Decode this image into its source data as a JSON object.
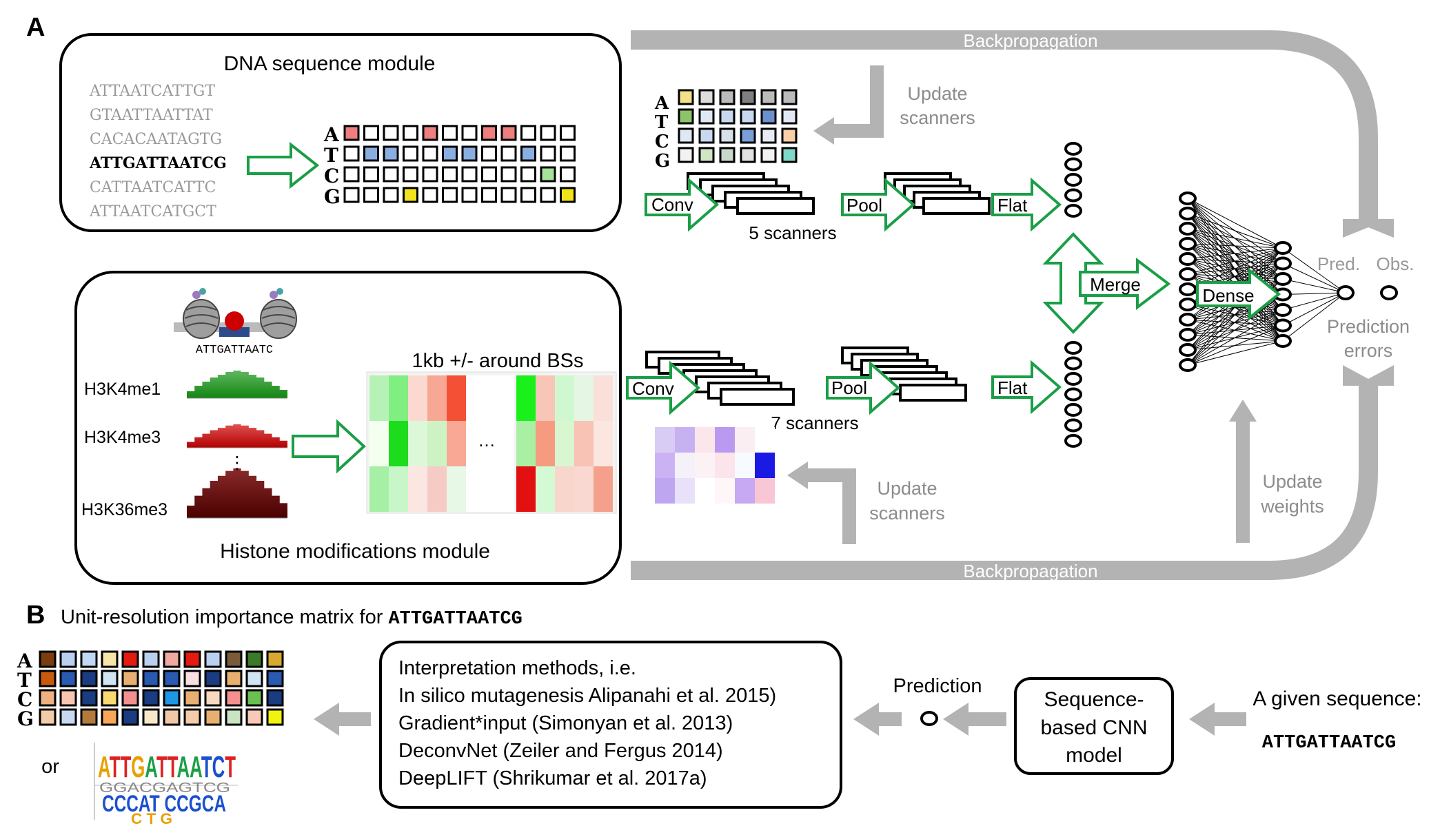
{
  "panel_a": {
    "letter": "A",
    "dna_module": {
      "title": "DNA sequence module",
      "sequences": [
        {
          "text": "ATTAATCATTGT",
          "bold": false
        },
        {
          "text": "GTAATTAATTAT",
          "bold": false
        },
        {
          "text": "CACACAATAGTG",
          "bold": false
        },
        {
          "text": "ATTGATTAATCG",
          "bold": true
        },
        {
          "text": "CATTAATCATTC",
          "bold": false
        },
        {
          "text": "ATTAATCATGCT",
          "bold": false
        }
      ],
      "bases": [
        "A",
        "T",
        "C",
        "G"
      ],
      "onehot_sequence": "ATTGATTAATCG"
    },
    "histone_module": {
      "title": "Histone modifications module",
      "marks": [
        "H3K4me1",
        "H3K4me3",
        "⋮",
        "H3K36me3"
      ],
      "dna_label": "ATTGATTAATC",
      "heatmap_title": "1kb +/- around BSs",
      "ellipsis": "…"
    },
    "backprop_top": "Backpropagation",
    "backprop_bottom": "Backpropagation",
    "update_scanners_top": [
      "Update",
      "scanners"
    ],
    "update_scanners_bottom": [
      "Update",
      "scanners"
    ],
    "update_weights": [
      "Update",
      "weights"
    ],
    "conv_top": "Conv",
    "pool_top": "Pool",
    "flat_top": "Flat",
    "scanners_top": "5 scanners",
    "conv_bottom": "Conv",
    "pool_bottom": "Pool",
    "flat_bottom": "Flat",
    "scanners_bottom": "7 scanners",
    "merge": "Merge",
    "dense": "Dense",
    "pred": "Pred.",
    "obs": "Obs.",
    "prediction_errors": [
      "Prediction",
      "errors"
    ],
    "kernel_bases": [
      "A",
      "T",
      "C",
      "G"
    ]
  },
  "panel_b": {
    "letter": "B",
    "title_prefix": "Unit-resolution importance matrix for ",
    "title_seq": "ATTGATTAATCG",
    "bases": [
      "A",
      "T",
      "C",
      "G"
    ],
    "or_label": "or",
    "logo_top": "ATTGATTAATCT",
    "logo_mid": "GGACGAGTCG",
    "logo_bottom": "CCCAT CCGCA",
    "logo_tail": "C  T  G",
    "methods": [
      "Interpretation methods, i.e.",
      "In silico mutagenesis Alipanahi et al. 2015)",
      "Gradient*input (Simonyan et al. 2013)",
      "DeconvNet (Zeiler and Fergus 2014)",
      "DeepLIFT (Shrikumar et al. 2017a)"
    ],
    "prediction": "Prediction",
    "model": [
      "Sequence-",
      "based CNN",
      "model"
    ],
    "given_sequence_label": "A given sequence:",
    "given_sequence": "ATTGATTAATCG"
  },
  "colors": {
    "green_arrow": "#1a9e46",
    "gray_arrow": "#b3b3b3",
    "gray_text": "#8c8c8c",
    "light_gray_seq": "#999999"
  }
}
